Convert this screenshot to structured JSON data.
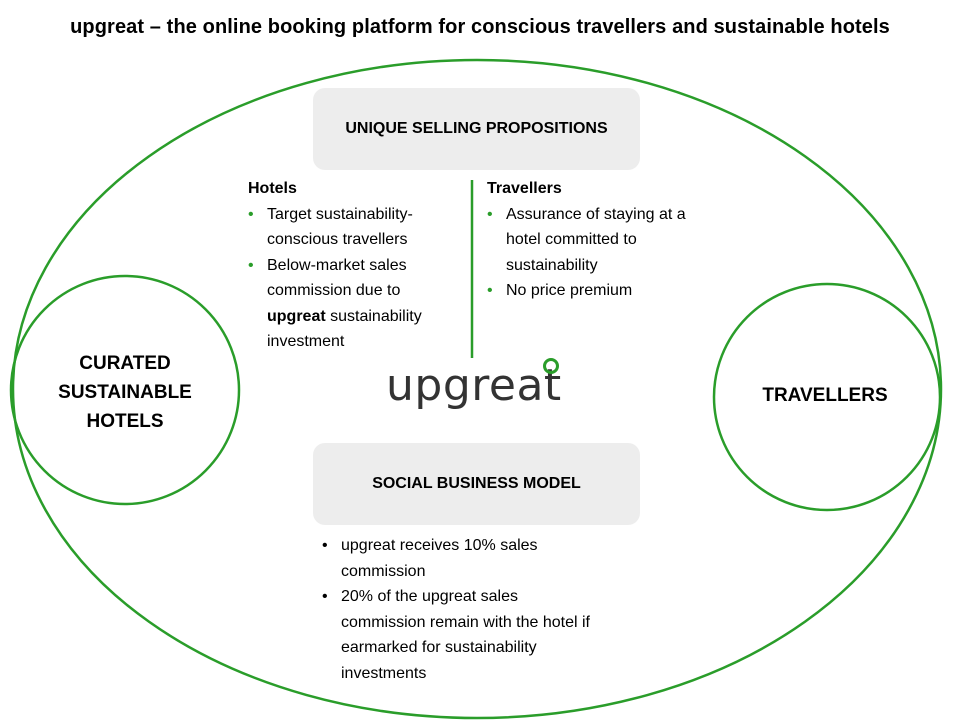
{
  "title": "upgreat – the online booking platform for conscious travellers and sustainable hotels",
  "colors": {
    "accent_green": "#2a9d2a",
    "box_gray": "#ededed",
    "logo_text": "#333333"
  },
  "usp_box": {
    "label": "UNIQUE SELLING PROPOSITIONS"
  },
  "hotels_column": {
    "title": "Hotels",
    "items": [
      "Target sustainability-conscious travellers",
      "Below-market sales commission due to"
    ],
    "item2_bold": "upgreat",
    "item2_rest": "sustainability investment"
  },
  "travellers_column": {
    "title": "Travellers",
    "items": [
      "Assurance of staying at a hotel committed to sustainability",
      "No price premium"
    ]
  },
  "left_circle": {
    "label": "CURATED SUSTAINABLE HOTELS"
  },
  "right_circle": {
    "label": "TRAVELLERS"
  },
  "logo": {
    "text": "upgreat",
    "icon": "ring-icon"
  },
  "sbm_box": {
    "label": "SOCIAL BUSINESS MODEL"
  },
  "sbm_list": {
    "items": [
      "upgreat receives 10% sales commission",
      "20% of the upgreat sales commission remain with the hotel if earmarked for sustainability investments"
    ]
  }
}
